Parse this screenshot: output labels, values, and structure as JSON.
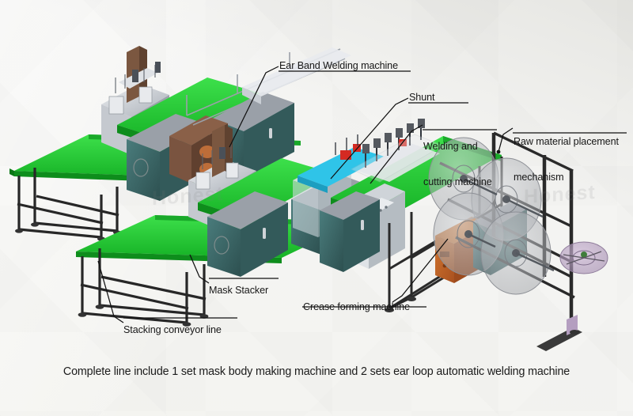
{
  "image": {
    "kind": "3d-cad-rendering",
    "subject": "Automatic face mask production line layout",
    "background_color": "#f3f3f1"
  },
  "palette": {
    "conveyor_green": "#25cc33",
    "conveyor_green_dark": "#14a524",
    "cabinet_teal": "#3e6d6d",
    "cabinet_teal_dark": "#2f5555",
    "frame_black": "#2a2a2a",
    "metal_gray": "#b9bcc2",
    "metal_light": "#e3e5e8",
    "panel_orange": "#bd6330",
    "panel_brown": "#8a6048",
    "accent_cyan": "#2fc4e8",
    "accent_red": "#d42a22",
    "reel_gray": "#b4b6ba",
    "reel_purple": "#b49ec0",
    "label_text": "#171717"
  },
  "labels": [
    {
      "id": "ear-band-welding-machine",
      "text": "Ear Band Welding machine",
      "lines": [
        "Ear Band Welding machine"
      ]
    },
    {
      "id": "shunt",
      "text": "Shunt",
      "lines": [
        "Shunt"
      ]
    },
    {
      "id": "welding-and-cutting-machine",
      "text": "Welding and cutting machine",
      "lines": [
        "Welding and",
        "cutting machine"
      ]
    },
    {
      "id": "raw-material-placement-mechanism",
      "text": "Raw material placement mechanism",
      "lines": [
        "Raw material placement",
        "mechanism"
      ]
    },
    {
      "id": "mask-stacker",
      "text": "Mask Stacker",
      "lines": [
        "Mask Stacker"
      ]
    },
    {
      "id": "crease-forming-machine",
      "text": "Crease forming machine",
      "lines": [
        "Crease forming machine"
      ]
    },
    {
      "id": "stacking-conveyor-line",
      "text": "Stacking conveyor line",
      "lines": [
        "Stacking conveyor line"
      ]
    }
  ],
  "caption": {
    "text": "Complete line include 1 set mask body making machine and 2 sets ear loop automatic welding machine"
  },
  "watermark": {
    "text": "Honest"
  }
}
